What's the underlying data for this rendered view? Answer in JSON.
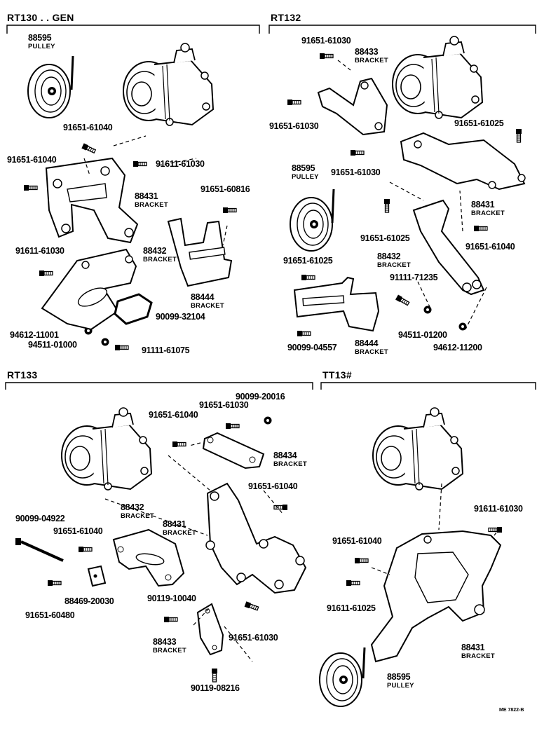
{
  "sections": [
    {
      "title": "RT130 . . GEN",
      "labels": [
        "88595",
        "PULLEY",
        "91651-61040",
        "91651-61040",
        "91611-61030",
        "88431",
        "BRACKET",
        "91651-60816",
        "91611-61030",
        "88432",
        "BRACKET",
        "88444",
        "BRACKET",
        "90099-32104",
        "94612-11001",
        "94511-01000",
        "91111-61075"
      ]
    },
    {
      "title": "RT132",
      "labels": [
        "91651-61030",
        "88433",
        "BRACKET",
        "91651-61030",
        "91651-61025",
        "91651-61030",
        "88595",
        "PULLEY",
        "88431",
        "BRACKET",
        "91651-61025",
        "91651-61040",
        "88432",
        "BRACKET",
        "91651-61025",
        "91111-71235",
        "94511-01200",
        "94612-11200",
        "90099-04557",
        "88444",
        "BRACKET"
      ]
    },
    {
      "title": "RT133",
      "labels": [
        "90099-20016",
        "91651-61030",
        "91651-61040",
        "88434",
        "BRACKET",
        "91651-61040",
        "90099-04922",
        "88432",
        "BRACKET",
        "88431",
        "BRACKET",
        "91651-61040",
        "88469-20030",
        "91651-60480",
        "90119-10040",
        "91651-61030",
        "88433",
        "BRACKET",
        "90119-08216"
      ]
    },
    {
      "title": "TT13#",
      "labels": [
        "91611-61030",
        "91651-61040",
        "91611-61025",
        "88431",
        "BRACKET",
        "88595",
        "PULLEY"
      ]
    }
  ],
  "figure_code": "ME 7822-B"
}
